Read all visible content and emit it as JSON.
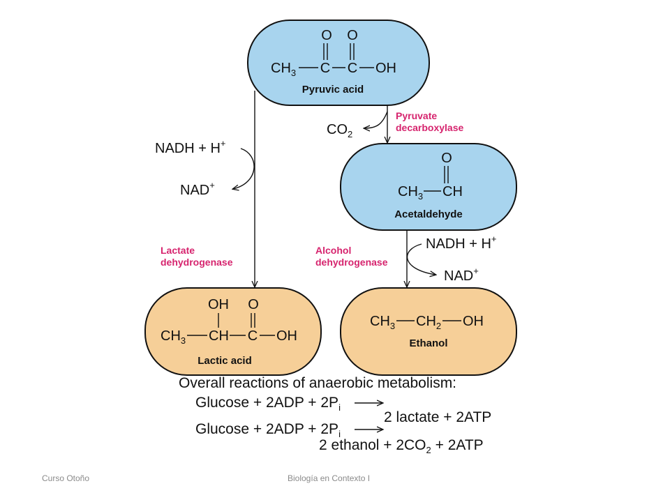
{
  "pyruvic": {
    "name": "Pyruvic acid",
    "formula": {
      "ch3": "CH",
      "ch3_sub": "3",
      "c1": "C",
      "c2": "C",
      "oh": "OH",
      "o1": "O",
      "o2": "O"
    }
  },
  "acetaldehyde": {
    "name": "Acetaldehyde",
    "formula": {
      "ch3": "CH",
      "ch3_sub": "3",
      "ch": "CH",
      "o": "O"
    }
  },
  "lactic": {
    "name": "Lactic acid",
    "formula": {
      "ch3": "CH",
      "ch3_sub": "3",
      "ch": "CH",
      "c": "C",
      "oh": "OH",
      "oh_top": "OH",
      "o": "O"
    }
  },
  "ethanol": {
    "name": "Ethanol",
    "formula": {
      "ch3": "CH",
      "ch3_sub": "3",
      "ch2": "CH",
      "ch2_sub": "2",
      "oh": "OH"
    }
  },
  "enzymes": {
    "pyruvate_decarboxylase": [
      "Pyruvate",
      "decarboxylase"
    ],
    "lactate_dehydrogenase": [
      "Lactate",
      "dehydrogenase"
    ],
    "alcohol_dehydrogenase": [
      "Alcohol",
      "dehydrogenase"
    ]
  },
  "cofactors": {
    "co2": "CO",
    "co2_sub": "2",
    "nadh": "NADH + H",
    "plus_sup": "+",
    "nad": "NAD",
    "nad_sup": "+"
  },
  "overall": {
    "title": "Overall reactions of anaerobic metabolism:",
    "r1_left": "Glucose + 2ADP + 2P",
    "r1_sub": "i",
    "r1_right": "2 lactate + 2ATP",
    "r2_left": "Glucose + 2ADP + 2P",
    "r2_sub": "i",
    "r2_right_a": "2 ethanol + 2CO",
    "r2_right_sub": "2",
    "r2_right_b": " + 2ATP"
  },
  "footer": {
    "left": "Curso Otoño",
    "center": "Biología en Contexto I"
  },
  "colors": {
    "blue_fill": "#a8d4ee",
    "orange_fill": "#f6cf98",
    "enzyme": "#d6246e",
    "line": "#111111"
  }
}
